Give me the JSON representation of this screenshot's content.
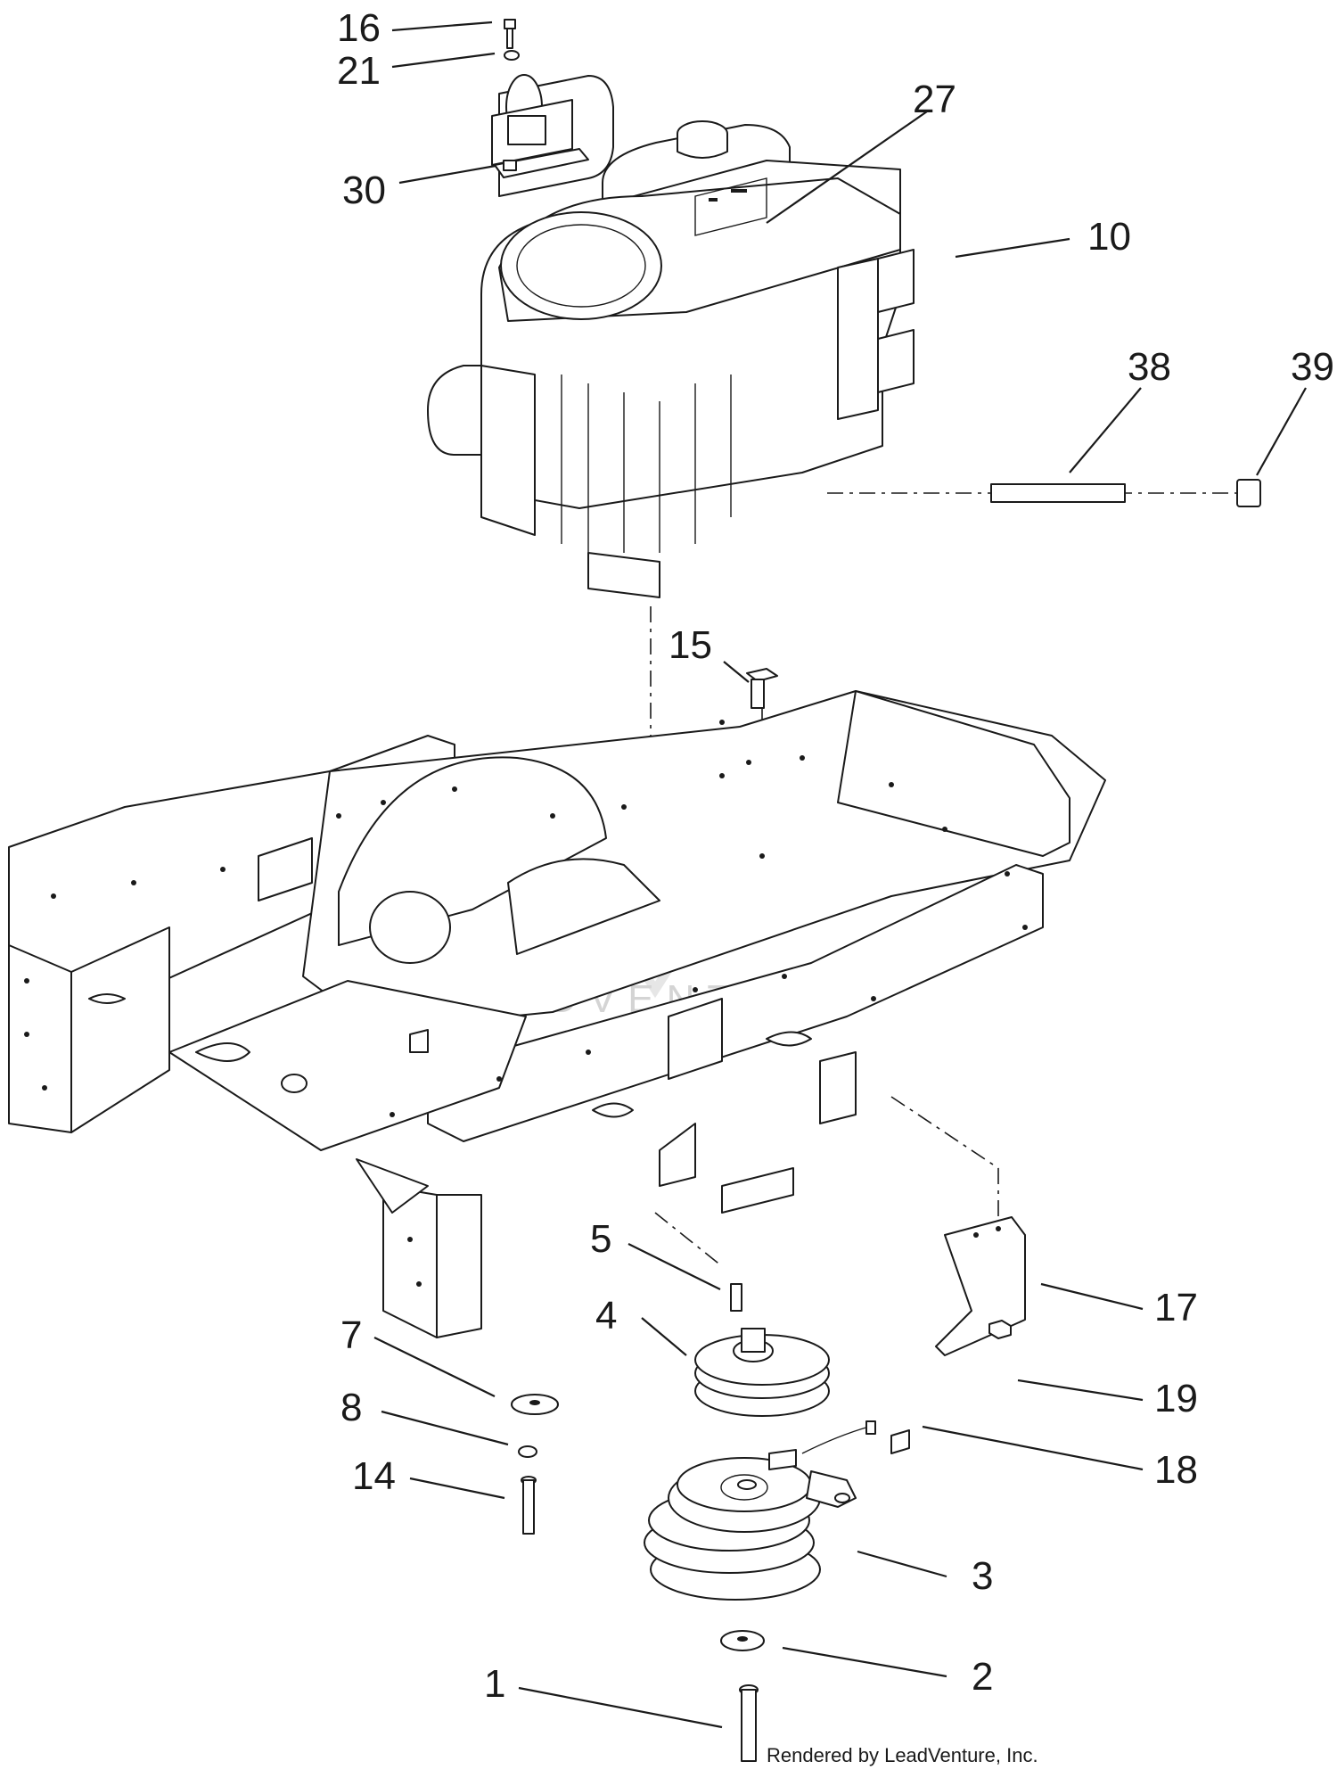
{
  "callouts": [
    {
      "label": "16"
    },
    {
      "label": "21"
    },
    {
      "label": "30"
    },
    {
      "label": "27"
    },
    {
      "label": "10"
    },
    {
      "label": "38"
    },
    {
      "label": "39"
    },
    {
      "label": "15"
    },
    {
      "label": "5"
    },
    {
      "label": "4"
    },
    {
      "label": "17"
    },
    {
      "label": "7"
    },
    {
      "label": "19"
    },
    {
      "label": "8"
    },
    {
      "label": "18"
    },
    {
      "label": "14"
    },
    {
      "label": "3"
    },
    {
      "label": "2"
    },
    {
      "label": "1"
    }
  ],
  "watermark": "LEADVENTURE",
  "credit": "Rendered by LeadVenture, Inc."
}
